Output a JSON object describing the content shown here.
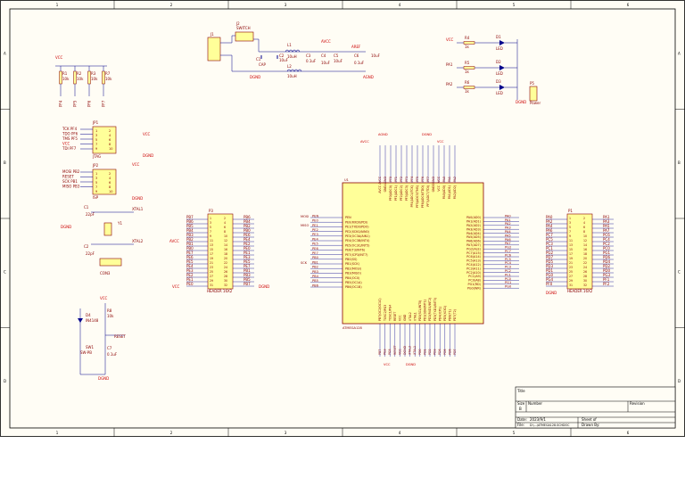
{
  "frame": {
    "col_labels": [
      "1",
      "2",
      "3",
      "4",
      "5",
      "6"
    ],
    "row_labels": [
      "A",
      "B",
      "C",
      "D"
    ]
  },
  "colors": {
    "paper": "#fffdf5",
    "ink": "#8b0000",
    "wire": "#00008b",
    "ic_fill": "#ffff99",
    "power": "#cc0000"
  },
  "title_block": {
    "title_label": "Title",
    "size_label": "Size",
    "size_value": "B",
    "number_label": "Number",
    "revision_label": "Revision",
    "date_label": "Date:",
    "date_value": "2023/9/1",
    "file_label": "File:",
    "file_value": "D:\\...\\ATMEGA128.SCHDOC",
    "sheet_label": "Sheet of",
    "drawn_label": "Drawn By:"
  },
  "power_section": {
    "jack": "J1",
    "switch_ref": "J2",
    "switch_name": "SWITCH",
    "caps": [
      "C1",
      "C2",
      "C3",
      "C4",
      "C5",
      "C6"
    ],
    "cap_values": [
      "0.1uF",
      "10uF",
      "0.1uF",
      "10uF",
      "10uF",
      "0.1uF"
    ],
    "inductors": [
      "L1",
      "L2"
    ],
    "inductor_values": [
      "10uH",
      "10uH"
    ],
    "vcc": "VCC",
    "avcc": "AVCC",
    "aref": "AREF",
    "dgnd": "DGND",
    "agnd": "AGND",
    "cap_name": "CAP"
  },
  "leds": {
    "refs": [
      "D1",
      "D2",
      "D3"
    ],
    "names": [
      "LED",
      "LED",
      "LED"
    ],
    "res": [
      "R4",
      "R5",
      "R6"
    ],
    "res_vals": [
      "1k",
      "1k",
      "1k"
    ],
    "nets": [
      "VCC",
      "PA1",
      "PA2"
    ],
    "gnd": "DGND",
    "jumper_ref": "P5",
    "jumper_name": "Power"
  },
  "pullups": {
    "vcc": "VCC",
    "refs": [
      "R1",
      "R2",
      "R3",
      "R7"
    ],
    "vals": [
      "10k",
      "10k",
      "10k",
      "10k"
    ],
    "nets": [
      "PF4",
      "PF5",
      "PF6",
      "PF7"
    ]
  },
  "jtag": {
    "ref": "JP1",
    "left_nets": [
      "TCK PF4",
      "TDO PF6",
      "TMS PF5",
      "VCC",
      "TDI PF7"
    ],
    "right": [
      "VCC",
      "DGND"
    ],
    "name": "JTAG"
  },
  "isp": {
    "ref": "JP2",
    "left_nets": [
      "MOSI PB2",
      "RESET",
      "SCK PB1",
      "MISO PB3"
    ],
    "right": [
      "VCC",
      "DGND"
    ],
    "name": "ISP"
  },
  "crystal": {
    "c1": "C1",
    "c2": "C2",
    "c_val": "22pF",
    "x1": "Y1",
    "xtal1": "XTAL1",
    "xtal2": "XTAL2",
    "gnd": "DGND",
    "name": "CON3"
  },
  "reset": {
    "vcc": "VCC",
    "diode": "D4",
    "diode_name": "IN4148",
    "r": "R8",
    "r_val": "10k",
    "sw": "SW1",
    "sw_name": "SW-PB",
    "c": "C7",
    "c_val": "0.1uF",
    "net": "RESET",
    "gnd": "DGND"
  },
  "header_p3": {
    "ref": "P3",
    "name": "HEADER 16X2",
    "left": [
      "PB7",
      "PB6",
      "PB5",
      "PB4",
      "PB3",
      "PB2",
      "PB1",
      "PB0",
      "PE7",
      "PE6",
      "PE5",
      "PE4",
      "PE3",
      "PE2",
      "PE1",
      "PE0"
    ],
    "right": [
      "PB6",
      "PB4",
      "PB2",
      "PB0",
      "PE6",
      "PE4",
      "PE2",
      "PE0",
      "PE1",
      "PE3",
      "PE5",
      "PE7",
      "PB1",
      "PB3",
      "PB5",
      "PB7"
    ],
    "avcc": "AVCC",
    "vcc": "VCC",
    "gnd": "DGND"
  },
  "header_p1": {
    "ref": "P1",
    "name": "HEADER 16X2",
    "left": [
      "PA0",
      "PA2",
      "PA4",
      "PA6",
      "PC7",
      "PC5",
      "PC3",
      "PC1",
      "PG2",
      "PD7",
      "PD5",
      "PD3",
      "PD1",
      "PG0",
      "PG4",
      "PF0"
    ],
    "right": [
      "PA1",
      "PA3",
      "PA5",
      "PA7",
      "PC6",
      "PC4",
      "PC2",
      "PC0",
      "PG1",
      "PD6",
      "PD4",
      "PD2",
      "PD0",
      "PG3",
      "PF1",
      "PF2"
    ],
    "gnd": "DGND"
  },
  "mcu": {
    "ref": "U1",
    "part": "ATMEGA128",
    "left_pins": [
      "PEN",
      "PE0(RXD0/PDI)",
      "PE1(TXD0/PDO)",
      "PE2(XCK0/AIN0)",
      "PE3(OC3A/AIN1)",
      "PE4(OC3B/INT4)",
      "PE5(OC3C/INT5)",
      "PE6(T3/INT6)",
      "PE7(ICP3/INT7)",
      "PB0(SS)",
      "PB1(SCK)",
      "PB2(MOSI)",
      "PB3(MISO)",
      "PB4(OC0)",
      "PB5(OC1A)",
      "PB6(OC1B)"
    ],
    "left_nets": [
      "PEN",
      "PE0",
      "PE1",
      "PE2",
      "PE3",
      "PE4",
      "PE5",
      "PE6",
      "PE7",
      "PB0",
      "PB1",
      "PB2",
      "PB3",
      "PB4",
      "PB5",
      "PB6"
    ],
    "right_pins": [
      "PA0(AD0)",
      "PA1(AD1)",
      "PA2(AD2)",
      "PA3(AD3)",
      "PA4(AD4)",
      "PA5(AD5)",
      "PA6(AD6)",
      "PA7(AD7)",
      "PG2(ALE)",
      "PC7(A15)",
      "PC6(A14)",
      "PC5(A13)",
      "PC4(A12)",
      "PC3(A11)",
      "PC2(A10)",
      "PC1(A9)",
      "PC0(A8)",
      "PG1(RD)",
      "PG0(WR)"
    ],
    "right_nets": [
      "PA0",
      "PA1",
      "PA2",
      "PA3",
      "PA4",
      "PA5",
      "PA6",
      "PA7",
      "PG2",
      "PC7",
      "PC6",
      "PC5",
      "PC4",
      "PC3",
      "PC2",
      "PC1",
      "PC0",
      "PG1",
      "PG0"
    ],
    "top_pins": [
      "AVCC",
      "GND",
      "PF0(ADC0)",
      "PF1(ADC1)",
      "PF2(ADC2)",
      "PF3(ADC3)",
      "PF4(ADC4/TCK)",
      "PF5(ADC5/TMS)",
      "PF6(ADC6/TDO)",
      "PF7(ADC7/TDI)",
      "GND",
      "VCC",
      "PA0(AD0)",
      "PA1(AD1)",
      "PA2(AD2)"
    ],
    "top_nets": [
      "AVCC",
      "AGND",
      "PF0",
      "PF1",
      "PF2",
      "PF3",
      "PF4",
      "PF5",
      "PF6",
      "PF7",
      "DGND",
      "VCC",
      "PA0",
      "PA1",
      "PA2"
    ],
    "bottom_pins": [
      "PB7(OC2/OC1C)",
      "TOSC2/PG3",
      "TOSC1/PG4",
      "RESET",
      "VCC",
      "GND",
      "XTAL2",
      "XTAL1",
      "PD0(SCL/INT0)",
      "PD1(SDA/INT1)",
      "PD2(RXD1/INT2)",
      "PD3(TXD1/INT3)",
      "PD4(ICP1)",
      "PD5(XCK1)",
      "PD6(T1)",
      "PD7(T2)"
    ],
    "bottom_nets": [
      "PB7",
      "PG3",
      "PG4",
      "RESET",
      "VCC",
      "DGND",
      "XTAL2",
      "XTAL1",
      "PD0",
      "PD1",
      "PD2",
      "PD3",
      "PD4",
      "PD5",
      "PD6",
      "PD7"
    ],
    "avcc": "AVCC",
    "agnd": "AGND",
    "dgnd": "DGND",
    "vcc": "VCC",
    "mosi": "MOSI",
    "miso": "MISO",
    "sck": "SCK"
  }
}
